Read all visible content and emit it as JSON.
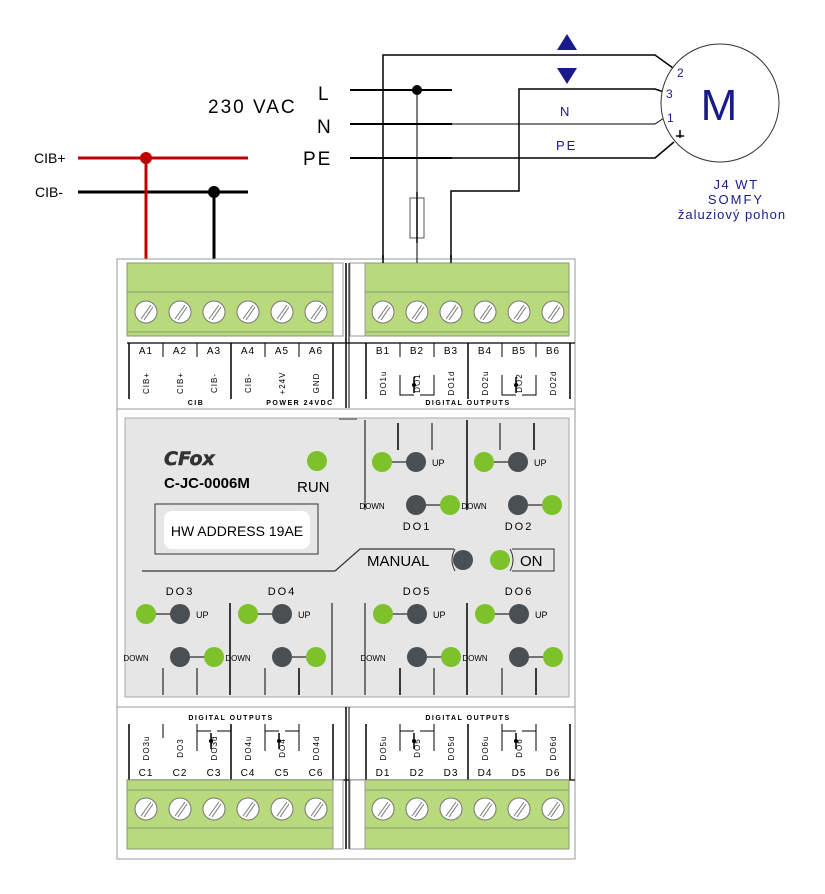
{
  "power": {
    "voltage_label": "230 VAC",
    "lines": [
      "L",
      "N",
      "PE"
    ]
  },
  "bus": {
    "plus_label": "CIB+",
    "minus_label": "CIB-",
    "plus_color": "#c00000",
    "minus_color": "#000000"
  },
  "motor": {
    "symbol": "M",
    "pins": [
      "2",
      "3",
      "1"
    ],
    "wire_labels": {
      "n": "N",
      "pe": "PE"
    },
    "model": "J4 WT",
    "brand": "SOMFY",
    "description": "žaluziový pohon",
    "label_color": "#1a1a8c",
    "up_arrow": "up-arrow",
    "down_arrow": "down-arrow"
  },
  "module": {
    "brand": "CFox",
    "model": "C-JC-0006M",
    "run_label": "RUN",
    "hw_address": "HW ADDRESS 19AE",
    "manual_label": "MANUAL",
    "on_label": "ON",
    "up_label": "UP",
    "down_label": "DOWN",
    "colors": {
      "led_on": "#7dc22a",
      "led_off": "#4a4f54",
      "terminal": "#b8d97c",
      "panel": "#e6e6e6"
    },
    "top_left_block": {
      "terminals": [
        "A1",
        "A2",
        "A3",
        "A4",
        "A5",
        "A6"
      ],
      "signals": [
        "CIB+",
        "CIB+",
        "CIB-",
        "CIB-",
        "+24V",
        "GND"
      ],
      "groups": [
        "CIB",
        "POWER 24VDC"
      ]
    },
    "top_right_block": {
      "terminals": [
        "B1",
        "B2",
        "B3",
        "B4",
        "B5",
        "B6"
      ],
      "signals": [
        "DO1u",
        "DO1",
        "DO1d",
        "DO2u",
        "DO2",
        "DO2d"
      ],
      "group": "DIGITAL OUTPUTS"
    },
    "bottom_left_block": {
      "terminals": [
        "C1",
        "C2",
        "C3",
        "C4",
        "C5",
        "C6"
      ],
      "signals": [
        "DO3u",
        "DO3",
        "DO3d",
        "DO4u",
        "DO4",
        "DO4d"
      ],
      "group": "DIGITAL OUTPUTS"
    },
    "bottom_right_block": {
      "terminals": [
        "D1",
        "D2",
        "D3",
        "D4",
        "D5",
        "D6"
      ],
      "signals": [
        "DO5u",
        "DO5",
        "DO5d",
        "DO6u",
        "DO6",
        "DO6d"
      ],
      "group": "DIGITAL OUTPUTS"
    },
    "outputs": [
      "DO1",
      "DO2",
      "DO3",
      "DO4",
      "DO5",
      "DO6"
    ]
  }
}
